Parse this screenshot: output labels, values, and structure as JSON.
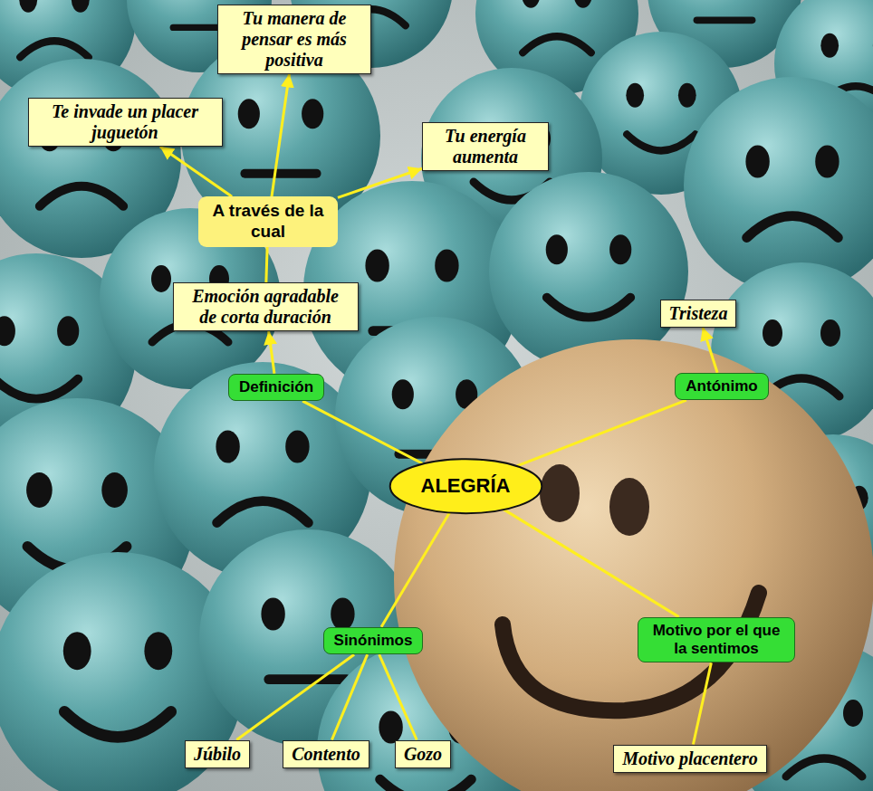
{
  "diagram": {
    "nodes": [
      {
        "text": [
          "Tu manera de pensar es más positiva"
        ]
      },
      {
        "text": [
          "Te invade un placer juguetón"
        ]
      },
      {
        "text": [
          "Tu energía aumenta"
        ]
      },
      {
        "text": [
          "A través de la cual"
        ]
      },
      {
        "text": [
          "Emoción agradable de corta duración"
        ]
      },
      {
        "text": [
          "Tristeza"
        ]
      },
      {
        "text": [
          "Definición"
        ]
      },
      {
        "text": [
          "Antónimo"
        ]
      },
      {
        "text": [
          "ALEGRÍA"
        ]
      },
      {
        "text": [
          "Sinónimos"
        ]
      },
      {
        "text": [
          "Motivo por el que la sentimos"
        ]
      },
      {
        "text": [
          "Júbilo"
        ]
      },
      {
        "text": [
          "Contento"
        ]
      },
      {
        "text": [
          "Gozo"
        ]
      },
      {
        "text": [
          "Motivo placentero"
        ]
      }
    ],
    "edges": [
      {
        "from": 3,
        "to": 1,
        "arrow": "to"
      },
      {
        "from": 3,
        "to": 0,
        "arrow": "to"
      },
      {
        "from": 3,
        "to": 2,
        "arrow": "to"
      },
      {
        "from": 4,
        "to": 3,
        "arrow": "none"
      },
      {
        "from": 6,
        "to": 4,
        "arrow": "to"
      },
      {
        "from": 7,
        "to": 5,
        "arrow": "to"
      },
      {
        "from": 8,
        "to": 6,
        "arrow": "none"
      },
      {
        "from": 8,
        "to": 7,
        "arrow": "none"
      },
      {
        "from": 8,
        "to": 9,
        "arrow": "none"
      },
      {
        "from": 8,
        "to": 10,
        "arrow": "none"
      },
      {
        "from": 9,
        "to": 11,
        "arrow": "none"
      },
      {
        "from": 9,
        "to": 12,
        "arrow": "none"
      },
      {
        "from": 9,
        "to": 13,
        "arrow": "none"
      },
      {
        "from": 10,
        "to": 14,
        "arrow": "none"
      }
    ]
  }
}
